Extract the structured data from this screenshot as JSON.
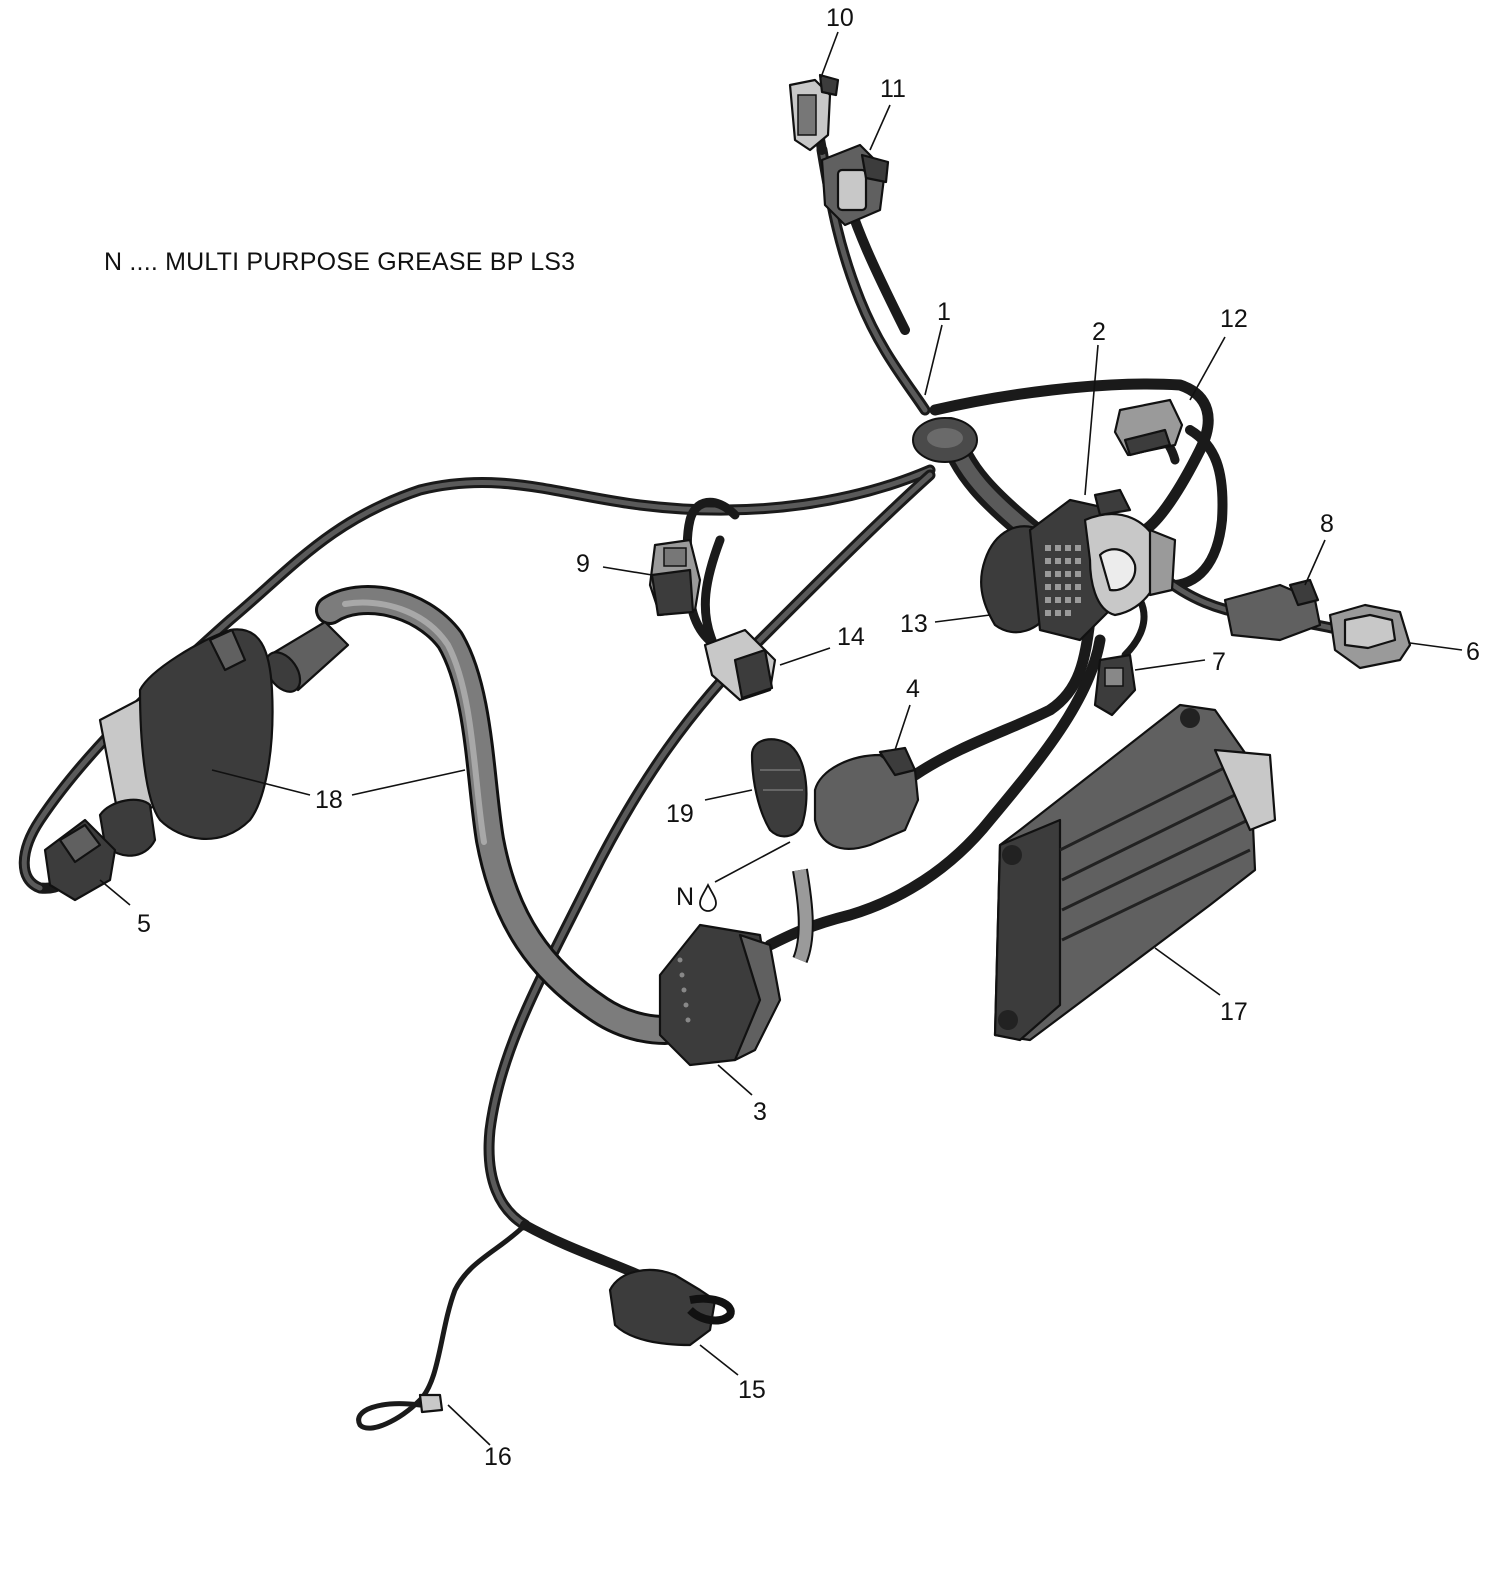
{
  "legend": {
    "note": "N .... MULTI PURPOSE GREASE BP LS3",
    "grease_symbol": "N"
  },
  "callouts": [
    "1",
    "2",
    "3",
    "4",
    "5",
    "6",
    "7",
    "8",
    "9",
    "10",
    "11",
    "12",
    "13",
    "14",
    "15",
    "16",
    "17",
    "18",
    "19"
  ],
  "icons": {
    "grease": "grease-drop-icon"
  },
  "colors": {
    "line": "#111111",
    "wire": "#1a1a1a",
    "part_dark": "#3c3c3c",
    "part_light": "#c8c8c8"
  }
}
